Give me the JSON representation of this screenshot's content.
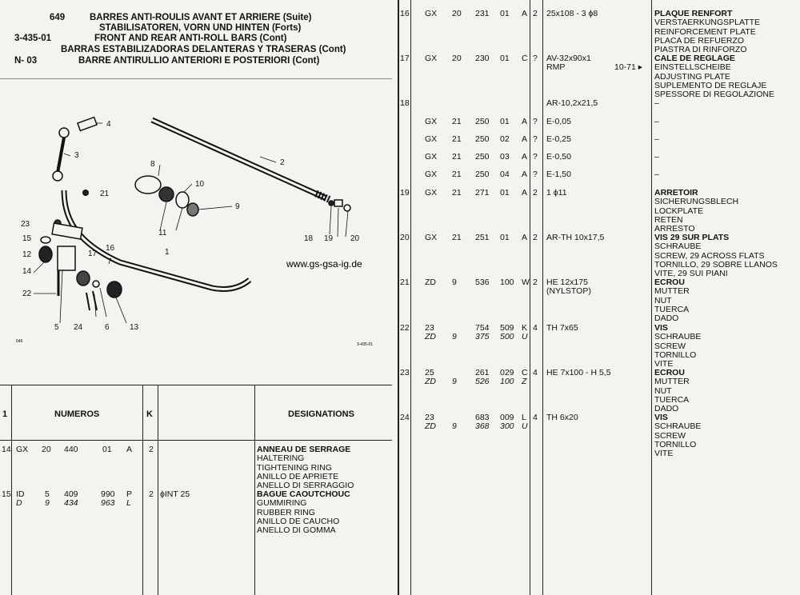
{
  "header": {
    "page_number": "649",
    "left_codes": [
      "3-435-01",
      "N- 03"
    ],
    "titles": [
      "BARRES ANTI-ROULIS AVANT ET ARRIERE (Suite)",
      "STABILISATOREN, VORN UND HINTEN (Forts)",
      "FRONT AND REAR ANTI-ROLL BARS (Cont)",
      "BARRAS ESTABILIZADORAS DELANTERAS Y TRASERAS (Cont)",
      "BARRE ANTIRULLIO ANTERIORI E POSTERIORI (Cont)"
    ]
  },
  "diagram": {
    "watermark": "www.gs-gsa-ig.de",
    "corner_left": "649",
    "corner_right": "3-435-01",
    "callouts": [
      "1",
      "2",
      "3",
      "4",
      "5",
      "6",
      "7",
      "8",
      "9",
      "10",
      "11",
      "12",
      "13",
      "14",
      "15",
      "16",
      "17",
      "18",
      "19",
      "20",
      "21",
      "22",
      "23",
      "24"
    ]
  },
  "table_header": {
    "col_num": "1",
    "col_numeros": "NUMEROS",
    "col_k": "K",
    "col_designations": "DESIGNATIONS"
  },
  "left_rows": [
    {
      "idx": "14",
      "a": "GX",
      "b": "20",
      "c": "440",
      "d": "01",
      "k": "A",
      "q": "2",
      "spec": "",
      "des": [
        "ANNEAU DE SERRAGE",
        "HALTERING",
        "TIGHTENING RING",
        "ANILLO DE APRIETE",
        "ANELLO DI SERRAGGIO"
      ]
    },
    {
      "idx": "15",
      "a": "ID",
      "b": "5",
      "c": "409",
      "d": "990",
      "k": "P",
      "q": "2",
      "spec": "ϕINT 25",
      "a2": "D",
      "b2": "9",
      "c2": "434",
      "d2": "963",
      "k2": "L",
      "des": [
        "BAGUE CAOUTCHOUC",
        "GUMMIRING",
        "RUBBER RING",
        "ANILLO DE CAUCHO",
        "ANELLO DI GOMMA"
      ]
    }
  ],
  "right_rows": [
    {
      "idx": "16",
      "a": "GX",
      "b": "20",
      "c": "231",
      "d": "01",
      "k": "A",
      "q": "2",
      "spec": "25x108 - 3 ϕ8",
      "date": "",
      "des": [
        "PLAQUE RENFORT",
        "VERSTAERKUNGSPLATTE",
        "REINFORCEMENT PLATE",
        "PLACA DE REFUERZO",
        "PIASTRA DI RINFORZO"
      ]
    },
    {
      "idx": "17",
      "a": "GX",
      "b": "20",
      "c": "230",
      "d": "01",
      "k": "C",
      "q": "?",
      "spec": "AV-32x90x1",
      "spec2": "RMP",
      "date": "10-71 ▸",
      "des": [
        "CALE DE REGLAGE",
        "EINSTELLSCHEIBE",
        "ADJUSTING PLATE",
        "SUPLEMENTO DE REGLAJE",
        "SPESSORE DI REGOLAZIONE"
      ]
    },
    {
      "idx": "18",
      "a": "",
      "b": "",
      "c": "",
      "d": "",
      "k": "",
      "q": "",
      "spec": "AR-10,2x21,5",
      "date": "",
      "des": [
        "–"
      ]
    },
    {
      "idx": "",
      "a": "GX",
      "b": "21",
      "c": "250",
      "d": "01",
      "k": "A",
      "q": "?",
      "spec": "E-0,05",
      "date": "",
      "des": [
        "–"
      ]
    },
    {
      "idx": "",
      "a": "GX",
      "b": "21",
      "c": "250",
      "d": "02",
      "k": "A",
      "q": "?",
      "spec": "E-0,25",
      "date": "",
      "des": [
        "–"
      ]
    },
    {
      "idx": "",
      "a": "GX",
      "b": "21",
      "c": "250",
      "d": "03",
      "k": "A",
      "q": "?",
      "spec": "E-0,50",
      "date": "",
      "des": [
        "–"
      ]
    },
    {
      "idx": "",
      "a": "GX",
      "b": "21",
      "c": "250",
      "d": "04",
      "k": "A",
      "q": "?",
      "spec": "E-1,50",
      "date": "",
      "des": [
        "–"
      ]
    },
    {
      "idx": "19",
      "a": "GX",
      "b": "21",
      "c": "271",
      "d": "01",
      "k": "A",
      "q": "2",
      "spec": "1 ϕ11",
      "date": "",
      "des": [
        "ARRETOIR",
        "SICHERUNGSBLECH",
        "LOCKPLATE",
        "RETEN",
        "ARRESTO"
      ]
    },
    {
      "idx": "20",
      "a": "GX",
      "b": "21",
      "c": "251",
      "d": "01",
      "k": "A",
      "q": "2",
      "spec": "AR-TH 10x17,5",
      "date": "",
      "des": [
        "VIS 29 SUR PLATS",
        "SCHRAUBE",
        "SCREW, 29 ACROSS FLATS",
        "TORNILLO, 29 SOBRE LLANOS",
        "VITE, 29 SUI PIANI"
      ]
    },
    {
      "idx": "21",
      "a": "ZD",
      "b": "9",
      "c": "536",
      "d": "100",
      "k": "W",
      "q": "2",
      "spec": "HE 12x175",
      "spec2": "(NYLSTOP)",
      "date": "",
      "des": [
        "ECROU",
        "MUTTER",
        "NUT",
        "TUERCA",
        "DADO"
      ]
    },
    {
      "idx": "22",
      "a": "23",
      "b": "",
      "c": "754",
      "d": "509",
      "k": "K",
      "q": "4",
      "spec": "TH 7x65",
      "date": "",
      "a2": "ZD",
      "b2": "9",
      "c2": "375",
      "d2": "500",
      "k2": "U",
      "des": [
        "VIS",
        "SCHRAUBE",
        "SCREW",
        "TORNILLO",
        "VITE"
      ]
    },
    {
      "idx": "23",
      "a": "25",
      "b": "",
      "c": "261",
      "d": "029",
      "k": "C",
      "q": "4",
      "spec": "HE  7x100 - H 5,5",
      "date": "",
      "a2": "ZD",
      "b2": "9",
      "c2": "526",
      "d2": "100",
      "k2": "Z",
      "des": [
        "ECROU",
        "MUTTER",
        "NUT",
        "TUERCA",
        "DADO"
      ]
    },
    {
      "idx": "24",
      "a": "23",
      "b": "",
      "c": "683",
      "d": "009",
      "k": "L",
      "q": "4",
      "spec": "TH  6x20",
      "date": "",
      "a2": "ZD",
      "b2": "9",
      "c2": "368",
      "d2": "300",
      "k2": "U",
      "des": [
        "VIS",
        "SCHRAUBE",
        "SCREW",
        "TORNILLO",
        "VITE"
      ]
    }
  ]
}
